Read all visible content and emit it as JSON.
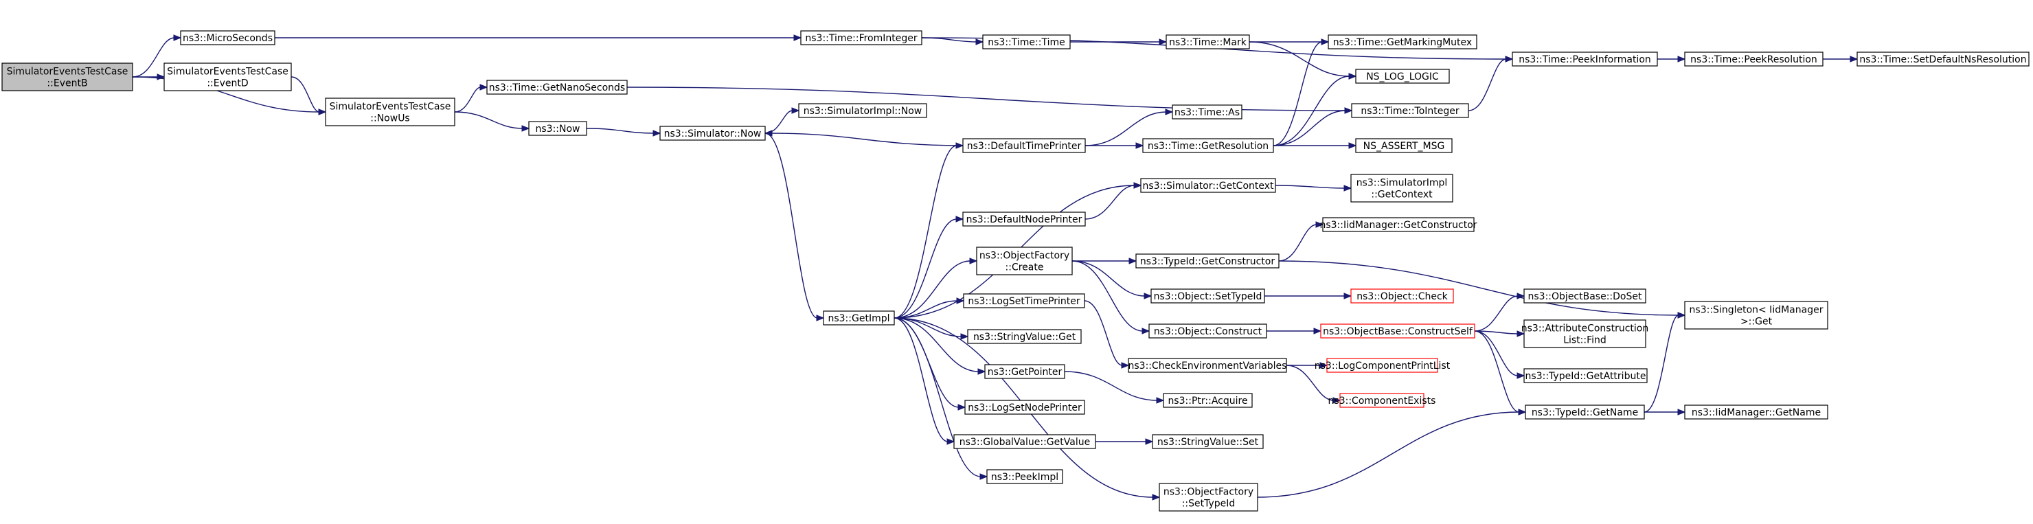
{
  "graph": {
    "nodes": [
      {
        "id": "root",
        "lines": [
          "SimulatorEventsTestCase",
          "::EventB"
        ],
        "style": "root"
      },
      {
        "id": "micro",
        "lines": [
          "ns3::MicroSeconds"
        ]
      },
      {
        "id": "eventd",
        "lines": [
          "SimulatorEventsTestCase",
          "::EventD"
        ]
      },
      {
        "id": "nowus",
        "lines": [
          "SimulatorEventsTestCase",
          "::NowUs"
        ]
      },
      {
        "id": "fromint",
        "lines": [
          "ns3::Time::FromInteger"
        ]
      },
      {
        "id": "time",
        "lines": [
          "ns3::Time::Time"
        ]
      },
      {
        "id": "mark",
        "lines": [
          "ns3::Time::Mark"
        ]
      },
      {
        "id": "mutex",
        "lines": [
          "ns3::Time::GetMarkingMutex"
        ]
      },
      {
        "id": "nslog",
        "lines": [
          "NS_LOG_LOGIC"
        ]
      },
      {
        "id": "peekinfo",
        "lines": [
          "ns3::Time::PeekInformation"
        ]
      },
      {
        "id": "peekres",
        "lines": [
          "ns3::Time::PeekResolution"
        ]
      },
      {
        "id": "setdef",
        "lines": [
          "ns3::Time::SetDefaultNsResolution"
        ]
      },
      {
        "id": "nano",
        "lines": [
          "ns3::Time::GetNanoSeconds"
        ]
      },
      {
        "id": "toint",
        "lines": [
          "ns3::Time::ToInteger"
        ]
      },
      {
        "id": "now",
        "lines": [
          "ns3::Now"
        ]
      },
      {
        "id": "simnow",
        "lines": [
          "ns3::Simulator::Now"
        ]
      },
      {
        "id": "simimplnow",
        "lines": [
          "ns3::SimulatorImpl::Now"
        ]
      },
      {
        "id": "timeas",
        "lines": [
          "ns3::Time::As"
        ]
      },
      {
        "id": "dtp",
        "lines": [
          "ns3::DefaultTimePrinter"
        ]
      },
      {
        "id": "getres",
        "lines": [
          "ns3::Time::GetResolution"
        ]
      },
      {
        "id": "nsassert",
        "lines": [
          "NS_ASSERT_MSG"
        ]
      },
      {
        "id": "getctx",
        "lines": [
          "ns3::Simulator::GetContext"
        ]
      },
      {
        "id": "implctx",
        "lines": [
          "ns3::SimulatorImpl",
          "::GetContext"
        ]
      },
      {
        "id": "dnp",
        "lines": [
          "ns3::DefaultNodePrinter"
        ]
      },
      {
        "id": "iidgetctor",
        "lines": [
          "ns3::IidManager::GetConstructor"
        ]
      },
      {
        "id": "ofcreate",
        "lines": [
          "ns3::ObjectFactory",
          "::Create"
        ]
      },
      {
        "id": "tidgetctor",
        "lines": [
          "ns3::TypeId::GetConstructor"
        ]
      },
      {
        "id": "singleton",
        "lines": [
          "ns3::Singleton< IidManager",
          " >::Get"
        ]
      },
      {
        "id": "settypeid",
        "lines": [
          "ns3::Object::SetTypeId"
        ]
      },
      {
        "id": "objcheck",
        "lines": [
          "ns3::Object::Check"
        ],
        "style": "red"
      },
      {
        "id": "getimpl",
        "lines": [
          "ns3::GetImpl"
        ]
      },
      {
        "id": "lstp",
        "lines": [
          "ns3::LogSetTimePrinter"
        ]
      },
      {
        "id": "doset",
        "lines": [
          "ns3::ObjectBase::DoSet"
        ]
      },
      {
        "id": "objconstruct",
        "lines": [
          "ns3::Object::Construct"
        ]
      },
      {
        "id": "constructself",
        "lines": [
          "ns3::ObjectBase::ConstructSelf"
        ],
        "style": "red"
      },
      {
        "id": "attrfind",
        "lines": [
          "ns3::AttributeConstruction",
          "List::Find"
        ]
      },
      {
        "id": "svget",
        "lines": [
          "ns3::StringValue::Get"
        ]
      },
      {
        "id": "checkenv",
        "lines": [
          "ns3::CheckEnvironmentVariables"
        ]
      },
      {
        "id": "logcpl",
        "lines": [
          "ns3::LogComponentPrintList"
        ],
        "style": "red"
      },
      {
        "id": "getpointer",
        "lines": [
          "ns3::GetPointer"
        ]
      },
      {
        "id": "getattr",
        "lines": [
          "ns3::TypeId::GetAttribute"
        ]
      },
      {
        "id": "compexists",
        "lines": [
          "ns3::ComponentExists"
        ],
        "style": "red"
      },
      {
        "id": "ptracq",
        "lines": [
          "ns3::Ptr::Acquire"
        ]
      },
      {
        "id": "lsnp",
        "lines": [
          "ns3::LogSetNodePrinter"
        ]
      },
      {
        "id": "tidgetname",
        "lines": [
          "ns3::TypeId::GetName"
        ]
      },
      {
        "id": "iidgetname",
        "lines": [
          "ns3::IidManager::GetName"
        ]
      },
      {
        "id": "gvget",
        "lines": [
          "ns3::GlobalValue::GetValue"
        ]
      },
      {
        "id": "svset",
        "lines": [
          "ns3::StringValue::Set"
        ]
      },
      {
        "id": "peekimpl",
        "lines": [
          "ns3::PeekImpl"
        ]
      },
      {
        "id": "ofsettypeid",
        "lines": [
          "ns3::ObjectFactory",
          "::SetTypeId"
        ]
      }
    ],
    "edges": [
      [
        "root",
        "micro"
      ],
      [
        "root",
        "eventd"
      ],
      [
        "root",
        "nowus"
      ],
      [
        "micro",
        "fromint"
      ],
      [
        "eventd",
        "nowus"
      ],
      [
        "nowus",
        "nano"
      ],
      [
        "nowus",
        "now"
      ],
      [
        "fromint",
        "time"
      ],
      [
        "fromint",
        "peekinfo"
      ],
      [
        "time",
        "mark"
      ],
      [
        "mark",
        "mutex"
      ],
      [
        "mark",
        "nslog"
      ],
      [
        "peekinfo",
        "peekres"
      ],
      [
        "peekres",
        "setdef"
      ],
      [
        "nano",
        "toint"
      ],
      [
        "toint",
        "peekinfo"
      ],
      [
        "now",
        "simnow"
      ],
      [
        "simnow",
        "simimplnow"
      ],
      [
        "simnow",
        "getimpl"
      ],
      [
        "dtp",
        "simnow"
      ],
      [
        "dtp",
        "timeas"
      ],
      [
        "dtp",
        "getres"
      ],
      [
        "getres",
        "mutex"
      ],
      [
        "getres",
        "nslog"
      ],
      [
        "getres",
        "toint"
      ],
      [
        "getres",
        "nsassert"
      ],
      [
        "getimpl",
        "dtp"
      ],
      [
        "getimpl",
        "getctx"
      ],
      [
        "getimpl",
        "dnp"
      ],
      [
        "getimpl",
        "ofcreate"
      ],
      [
        "getimpl",
        "lstp"
      ],
      [
        "getimpl",
        "svget"
      ],
      [
        "getimpl",
        "getpointer"
      ],
      [
        "getimpl",
        "lsnp"
      ],
      [
        "getimpl",
        "gvget"
      ],
      [
        "getimpl",
        "peekimpl"
      ],
      [
        "getimpl",
        "ofsettypeid"
      ],
      [
        "getctx",
        "implctx"
      ],
      [
        "dnp",
        "getctx"
      ],
      [
        "ofcreate",
        "tidgetctor"
      ],
      [
        "ofcreate",
        "settypeid"
      ],
      [
        "ofcreate",
        "objconstruct"
      ],
      [
        "tidgetctor",
        "iidgetctor"
      ],
      [
        "tidgetctor",
        "singleton"
      ],
      [
        "settypeid",
        "objcheck"
      ],
      [
        "objconstruct",
        "constructself"
      ],
      [
        "constructself",
        "doset"
      ],
      [
        "constructself",
        "attrfind"
      ],
      [
        "constructself",
        "getattr"
      ],
      [
        "constructself",
        "tidgetname"
      ],
      [
        "lstp",
        "checkenv"
      ],
      [
        "checkenv",
        "logcpl"
      ],
      [
        "checkenv",
        "compexists"
      ],
      [
        "getpointer",
        "ptracq"
      ],
      [
        "gvget",
        "svset"
      ],
      [
        "ofsettypeid",
        "tidgetname"
      ],
      [
        "tidgetname",
        "singleton"
      ],
      [
        "tidgetname",
        "iidgetname"
      ]
    ]
  }
}
